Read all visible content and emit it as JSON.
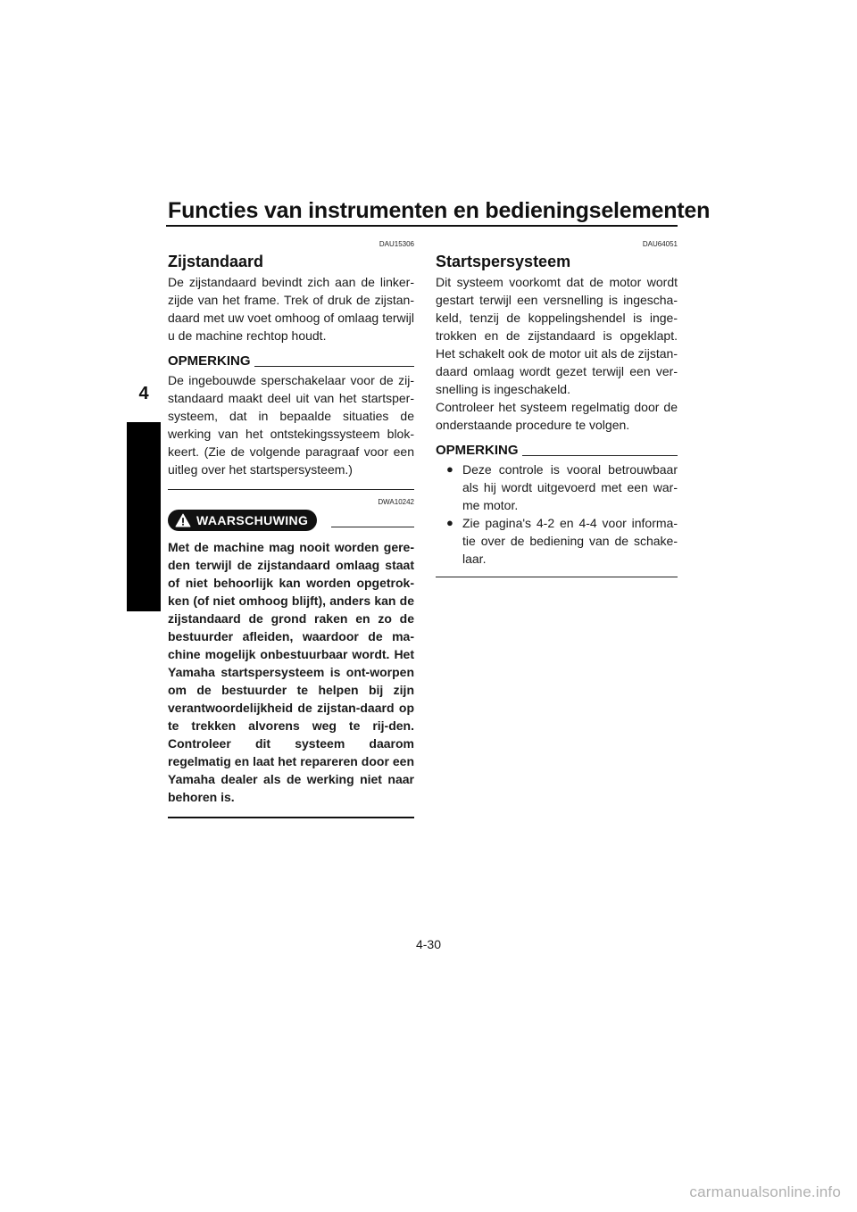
{
  "header": {
    "title": "Functies van instrumenten en bedieningselementen",
    "chapter": "4"
  },
  "left": {
    "code": "DAU15306",
    "heading": "Zijstandaard",
    "intro": "De zijstandaard bevindt zich aan de linker-zijde van het frame. Trek of druk de zijstan-daard met uw voet omhoog of omlaag terwijl u de machine rechtop houdt.",
    "note_label": "OPMERKING",
    "note_text": "De ingebouwde sperschakelaar voor de zij-standaard maakt deel uit van het startsper-systeem, dat in bepaalde situaties de werking van het ontstekingssysteem blok-keert. (Zie de volgende paragraaf voor een uitleg over het startspersysteem.)",
    "warning_code": "DWA10242",
    "warning_label": "WAARSCHUWING",
    "warning_text": "Met de machine mag nooit worden gere-den terwijl de zijstandaard omlaag staat of niet behoorlijk kan worden opgetrok-ken (of niet omhoog blijft), anders kan de zijstandaard de grond raken en zo de bestuurder afleiden, waardoor de ma-chine mogelijk onbestuurbaar wordt. Het Yamaha startspersysteem is ont-worpen om de bestuurder te helpen bij zijn verantwoordelijkheid de zijstan-daard op te trekken alvorens weg te rij-den. Controleer dit systeem daarom regelmatig en laat het repareren door een Yamaha dealer als de werking niet naar behoren is."
  },
  "right": {
    "code": "DAU64051",
    "heading": "Startspersysteem",
    "intro": "Dit systeem voorkomt dat de motor wordt gestart terwijl een versnelling is ingescha-keld, tenzij de koppelingshendel is inge-trokken en de zijstandaard is opgeklapt. Het schakelt ook de motor uit als de zijstan-daard omlaag wordt gezet terwijl een ver-snelling is ingeschakeld.",
    "intro2": "Controleer het systeem regelmatig door de onderstaande procedure te volgen.",
    "note_label": "OPMERKING",
    "bullets": [
      "Deze controle is vooral betrouwbaar als hij wordt uitgevoerd met een war-me motor.",
      "Zie pagina's 4-2 en 4-4 voor informa-tie over de bediening van de schake-laar."
    ]
  },
  "footer": {
    "page_number": "4-30",
    "watermark": "carmanualsonline.info"
  },
  "icons": {
    "warning": "warning-triangle-icon",
    "bullet": "bullet-dot"
  },
  "colors": {
    "text": "#1a1a1a",
    "tab": "#000000",
    "watermark": "#b0b0b0"
  }
}
